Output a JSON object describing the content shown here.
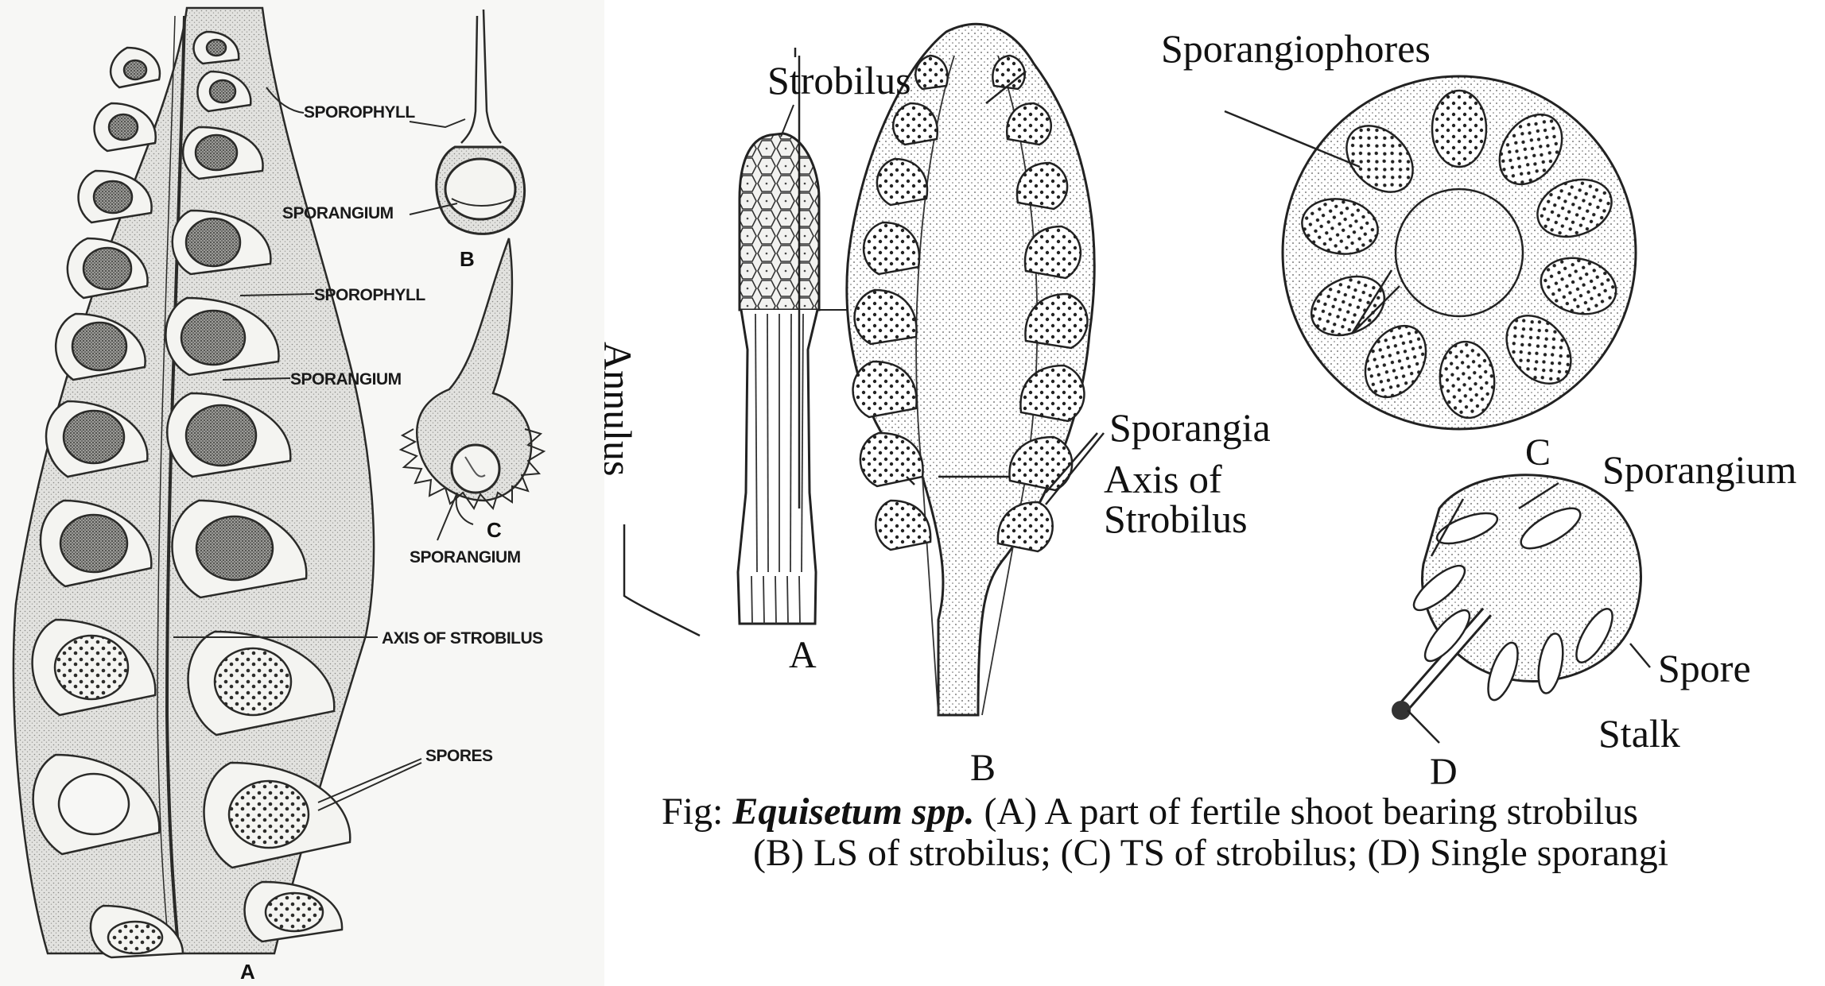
{
  "left_figure": {
    "labels": {
      "sporophyll_1": "SPOROPHYLL",
      "sporangium_b": "SPORANGIUM",
      "sporophyll_2": "SPOROPHYLL",
      "sporangium_1": "SPORANGIUM",
      "sporangium_c": "SPORANGIUM",
      "axis": "AXIS OF STROBILUS",
      "spores": "SPORES"
    },
    "letters": {
      "a": "A",
      "b": "B",
      "c": "C"
    }
  },
  "right_figure": {
    "labels": {
      "strobilus": "Strobilus",
      "annulus": "Annulus",
      "sporangiophores": "Sporangiophores",
      "sporangia": "Sporangia",
      "axis_line1": "Axis of",
      "axis_line2": "Strobilus",
      "sporangium": "Sporangium",
      "spore": "Spore",
      "stalk": "Stalk"
    },
    "letters": {
      "a": "A",
      "b": "B",
      "c": "C",
      "d": "D"
    }
  },
  "caption": {
    "prefix": "Fig: ",
    "species": "Equisetum spp.",
    "line1_rest": " (A) A part of fertile shoot bearing strobilus",
    "line2": "(B) LS of strobilus; (C) TS of strobilus; (D) Single sporangi"
  }
}
